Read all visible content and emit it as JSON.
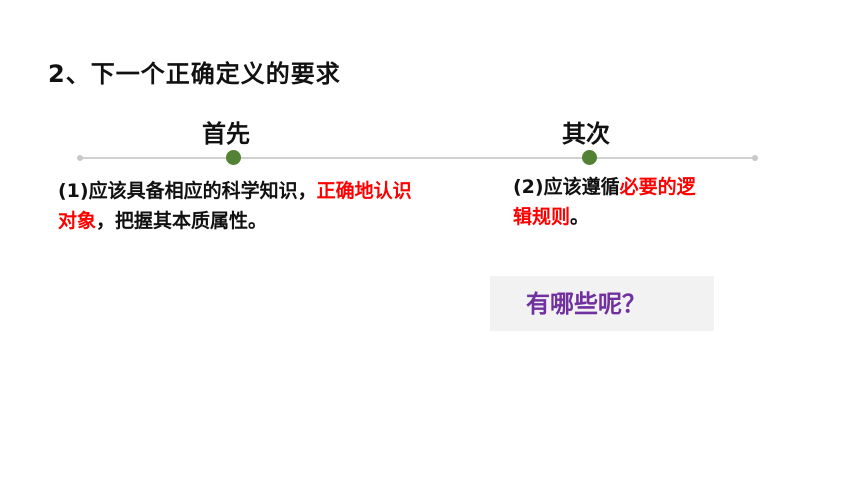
{
  "slide": {
    "title": "2、下一个正确定义的要求",
    "stages": [
      {
        "label": "首先",
        "text_before": "(1)应该具备相应的科学知识，",
        "text_highlight": "正确地认识对象",
        "text_after": "，把握其本质属性。"
      },
      {
        "label": "其次",
        "text_before": "(2)应该遵循",
        "text_highlight": "必要的逻辑规则",
        "text_after": "。"
      }
    ],
    "question": "有哪些呢？"
  },
  "colors": {
    "highlight": "#ff0000",
    "node": "#548235",
    "question": "#7030a0",
    "question_bg": "#f2f2f2"
  }
}
